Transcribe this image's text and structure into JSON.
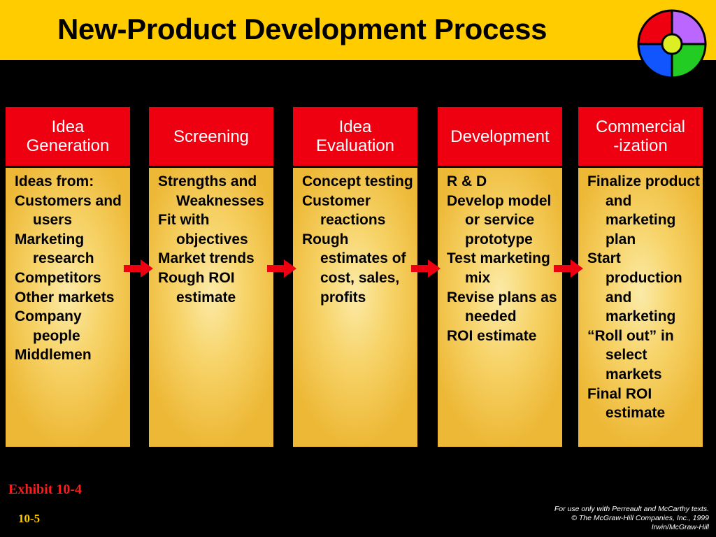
{
  "title": "New-Product Development Process",
  "colors": {
    "title_bar": "#ffcc00",
    "header_fill": "#ee0011",
    "body_fill": "#f7d46a",
    "arrow": "#ee0011",
    "exhibit_text": "#ff1a1a",
    "logo": [
      "#ee0011",
      "#bb66ff",
      "#22cc22",
      "#1155ff",
      "#ddee22"
    ]
  },
  "stages": [
    {
      "header": [
        "Idea",
        "Generation"
      ],
      "items": [
        "Ideas from:",
        "Customers and users",
        "Marketing research",
        "Competitors",
        "Other markets",
        "Company people",
        "Middlemen"
      ]
    },
    {
      "header": [
        "Screening"
      ],
      "items": [
        "Strengths and Weaknesses",
        "Fit with objectives",
        "Market trends",
        "Rough ROI estimate"
      ]
    },
    {
      "header": [
        "Idea",
        "Evaluation"
      ],
      "items": [
        "Concept testing",
        "Customer reactions",
        "Rough estimates of cost, sales, profits"
      ]
    },
    {
      "header": [
        "Development"
      ],
      "items": [
        "R & D",
        "Develop model or service prototype",
        "Test marketing mix",
        "Revise plans as needed",
        "ROI estimate"
      ]
    },
    {
      "header": [
        "Commercial",
        "-ization"
      ],
      "items": [
        "Finalize product and marketing plan",
        "Start production and marketing",
        "“Roll out” in select markets",
        "Final ROI estimate"
      ]
    }
  ],
  "footer": {
    "exhibit": "Exhibit 10-4",
    "page": "10-5",
    "copyright": [
      "For use only with Perreault and McCarthy texts.",
      "© The McGraw-Hill Companies, Inc., 1999",
      "Irwin/McGraw-Hill"
    ]
  }
}
